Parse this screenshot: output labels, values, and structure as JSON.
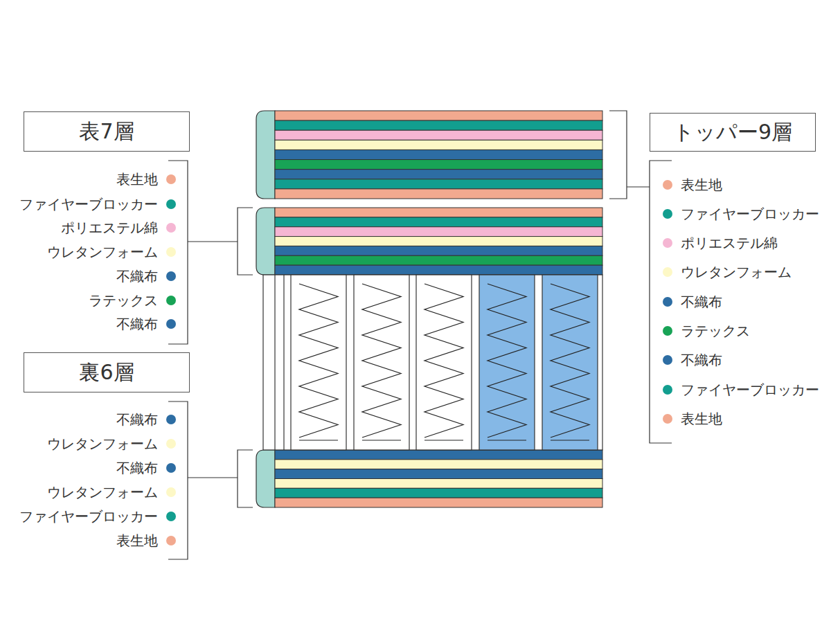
{
  "diagram": {
    "nodes": [
      {
        "text": [
          "表7層"
        ]
      },
      {
        "text": [
          "裏6層"
        ]
      },
      {
        "text": [
          "トッパー9層"
        ]
      }
    ],
    "legend": [
      {
        "text": "表生地",
        "color": "#f2a98f"
      },
      {
        "text": "ファイヤーブロッカー",
        "color": "#129e8f"
      },
      {
        "text": "ポリエステル綿",
        "color": "#f5b6d3"
      },
      {
        "text": "ウレタンフォーム",
        "color": "#fdf8c6"
      },
      {
        "text": "不織布",
        "color": "#2d6da3"
      },
      {
        "text": "ラテックス",
        "color": "#18a356"
      },
      {
        "text": "不織布",
        "color": "#2d6da3"
      },
      {
        "text": "不織布",
        "color": "#2d6da3"
      },
      {
        "text": "ウレタンフォーム",
        "color": "#fdf8c6"
      },
      {
        "text": "不織布",
        "color": "#2d6da3"
      },
      {
        "text": "ウレタンフォーム",
        "color": "#fdf8c6"
      },
      {
        "text": "ファイヤーブロッカー",
        "color": "#129e8f"
      },
      {
        "text": "表生地",
        "color": "#f2a98f"
      },
      {
        "text": "表生地",
        "color": "#f2a98f"
      },
      {
        "text": "ファイヤーブロッカー",
        "color": "#129e8f"
      },
      {
        "text": "ポリエステル綿",
        "color": "#f5b6d3"
      },
      {
        "text": "ウレタンフォーム",
        "color": "#fdf8c6"
      },
      {
        "text": "不織布",
        "color": "#2d6da3"
      },
      {
        "text": "ラテックス",
        "color": "#18a356"
      },
      {
        "text": "不織布",
        "color": "#2d6da3"
      },
      {
        "text": "ファイヤーブロッカー",
        "color": "#129e8f"
      },
      {
        "text": "表生地",
        "color": "#f2a98f"
      }
    ]
  }
}
